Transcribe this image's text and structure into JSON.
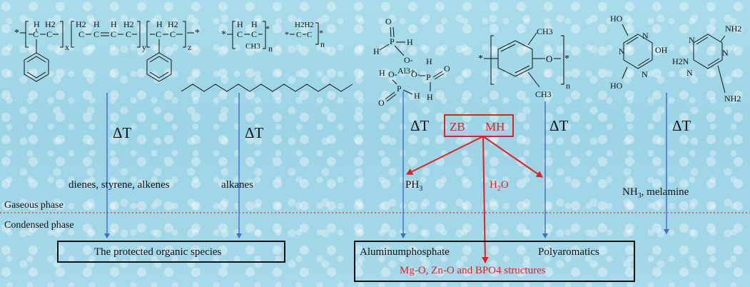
{
  "structures": {
    "sbs": {
      "star_left": "*",
      "h": "H",
      "c": "C",
      "h2": "H2",
      "x": "x",
      "y": "y",
      "z": "z",
      "star_right": "*"
    },
    "pe": {
      "star": "*",
      "h": "H",
      "c": "C",
      "ch3": "CH3",
      "n": "n",
      "h2h2": "H2H2"
    },
    "alp": {
      "h": "H",
      "p": "P",
      "o": "O",
      "o_minus": "O-",
      "al3": "Al3+"
    },
    "ppo": {
      "star": "*",
      "ch3_top": "CH3",
      "o": "O",
      "ch3_bottom": "CH3",
      "n": "n"
    },
    "mc": {
      "ho": "HO",
      "oh": "OH",
      "n": "N",
      "nh2": "NH2",
      "h2n": "H2N"
    }
  },
  "delta_labels": [
    "ΔT",
    "ΔT",
    "ΔT",
    "ΔT",
    "ΔT"
  ],
  "mineral_box": {
    "zb": "ZB",
    "mh": "MH"
  },
  "gas_products": {
    "p1": "dienes, styrene, alkenes",
    "p2": "alkanes",
    "p3_main": "PH",
    "p3_sub": "3",
    "p4_main": "H",
    "p4_sub": "2",
    "p4_tail": "O",
    "p5_main": "NH",
    "p5_sub": "3",
    "p5_tail": ", melamine"
  },
  "phases": {
    "gaseous": "Gaseous phase",
    "condensed": "Condensed phase"
  },
  "bottom_box_left": {
    "text": "The protected organic species"
  },
  "bottom_box_right": {
    "item1": "Aluminumphosphate",
    "item2": "Polyaromatics",
    "item3": "Mg-O, Zn-O and BPO4 structures"
  },
  "colors": {
    "arrow_blue": "#3d6fc6",
    "red": "#e41f1f",
    "divider": "#e0302a",
    "ink": "#111111"
  }
}
